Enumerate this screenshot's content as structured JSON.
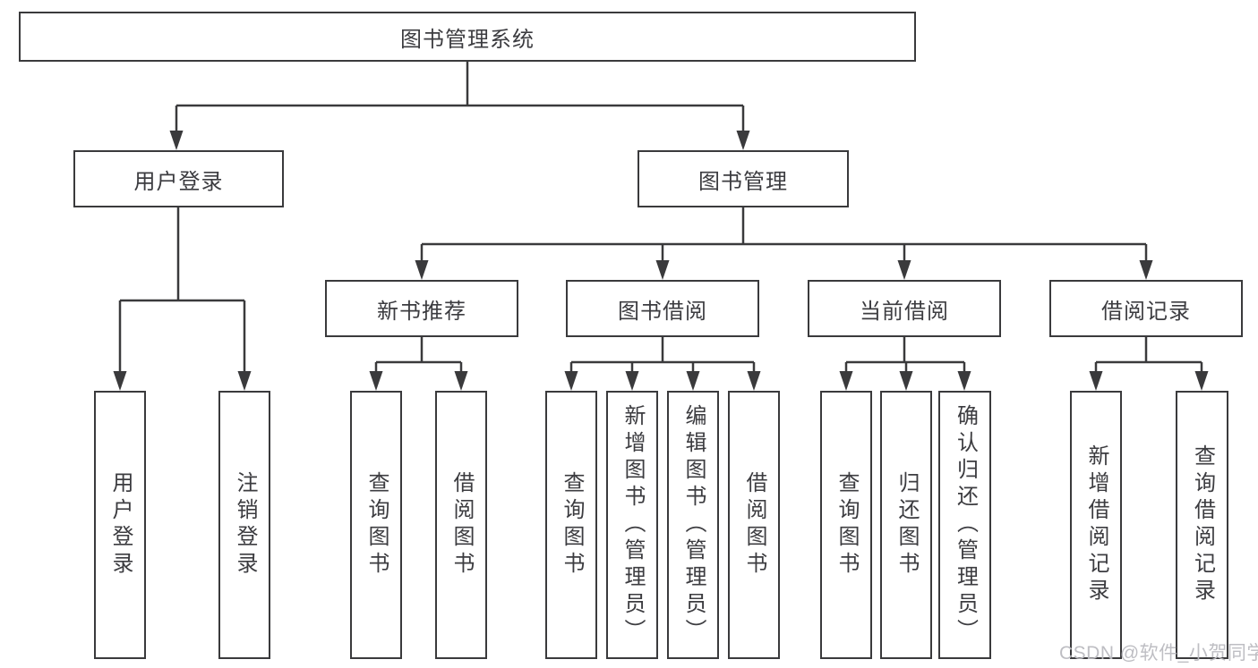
{
  "root": {
    "label": "图书管理系统"
  },
  "level2": {
    "user_login": {
      "label": "用户登录"
    },
    "book_mgmt": {
      "label": "图书管理"
    }
  },
  "level3": {
    "new_books": {
      "label": "新书推荐"
    },
    "borrowing": {
      "label": "图书借阅"
    },
    "current": {
      "label": "当前借阅"
    },
    "records": {
      "label": "借阅记录"
    }
  },
  "leaves": {
    "login": {
      "label": "用户登录"
    },
    "logout": {
      "label": "注销登录"
    },
    "nb_query": {
      "label": "查询图书"
    },
    "nb_borrow": {
      "label": "借阅图书"
    },
    "bb_query": {
      "label": "查询图书"
    },
    "bb_add": {
      "label": "新增图书（管理员）"
    },
    "bb_edit": {
      "label": "编辑图书（管理员）"
    },
    "bb_borrow": {
      "label": "借阅图书"
    },
    "cb_query": {
      "label": "查询图书"
    },
    "cb_return": {
      "label": "归还图书"
    },
    "cb_confirm": {
      "label": "确认归还（管理员）"
    },
    "rec_add": {
      "label": "新增借阅记录"
    },
    "rec_query": {
      "label": "查询借阅记录"
    }
  },
  "watermark": "CSDN @软件_小贺同学",
  "colors": {
    "line": "#3a3a3c",
    "text": "#3c3c40",
    "watermark": "#bababc"
  }
}
